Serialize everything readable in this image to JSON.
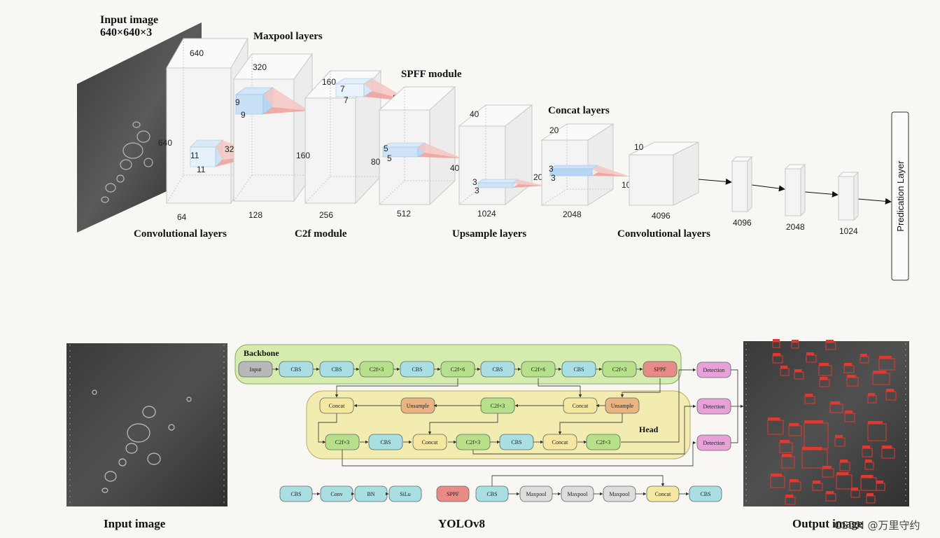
{
  "top": {
    "input_title": "Input image",
    "input_size": "640×640×3",
    "section_labels": {
      "maxpool": "Maxpool layers",
      "spff": "SPFF module",
      "concat": "Concat layers",
      "conv1": "Convolutional layers",
      "c2f": "C2f module",
      "upsample": "Upsample layers",
      "conv2": "Convolutional layers"
    },
    "block1": {
      "height": "640",
      "width": "640",
      "depth": "64",
      "kernel_a": "11",
      "kernel_b": "11",
      "out": "320"
    },
    "block2": {
      "height": "320",
      "depth": "128",
      "kernel_a": "9",
      "kernel_b": "9"
    },
    "block3": {
      "height": "160",
      "side": "160",
      "depth": "256",
      "kernel_a": "7",
      "kernel_b": "7",
      "out": "80"
    },
    "block4": {
      "side": "80",
      "depth": "512",
      "kernel_a": "5",
      "kernel_b": "5",
      "out": "40"
    },
    "block5": {
      "height": "40",
      "depth": "1024",
      "kernel_a": "3",
      "kernel_b": "3",
      "out": "20"
    },
    "block6": {
      "height": "20",
      "depth": "2048",
      "kernel_a": "3",
      "kernel_b": "3",
      "out": "10"
    },
    "block7": {
      "height": "10",
      "depth": "4096"
    },
    "fc": [
      "4096",
      "2048",
      "1024"
    ],
    "prediction": "Predication Layer"
  },
  "bottom": {
    "input_caption": "Input image",
    "yolo_caption": "YOLOv8",
    "output_caption": "Output image",
    "backbone_title": "Backbone",
    "head_title": "Head",
    "backbone_nodes": [
      "Input",
      "CBS",
      "CBS",
      "C2f×3",
      "CBS",
      "C2f×6",
      "CBS",
      "C2f×6",
      "CBS",
      "C2f×3",
      "SPPF"
    ],
    "head_row1": [
      "Concat",
      "Unsample",
      "C2f×3",
      "Concat",
      "Unsample"
    ],
    "head_row2": [
      "C2f×3",
      "CBS",
      "Concat",
      "C2f×3",
      "CBS",
      "Concat",
      "C2f×3"
    ],
    "detections": [
      "Detection",
      "Detection",
      "Detection"
    ],
    "legend_cbs": [
      "CBS",
      "Conv",
      "BN",
      "SiLu"
    ],
    "legend_sppf": [
      "SPPF",
      "CBS",
      "Maxpool",
      "Maxpool",
      "Maxpool",
      "Concat",
      "CBS"
    ],
    "watermark": "CSDN @万里守约",
    "colors": {
      "backbone_bg": "#d5ecae",
      "head_bg": "#f3ecb0",
      "cbs": "#a9dfe3",
      "c2f": "#b8e08a",
      "concat": "#f5e6a0",
      "unsample": "#eab482",
      "sppf": "#e88a86",
      "detection": "#e8a0d8",
      "input": "#b8b8b8",
      "maxpool": "#dddddd"
    }
  }
}
